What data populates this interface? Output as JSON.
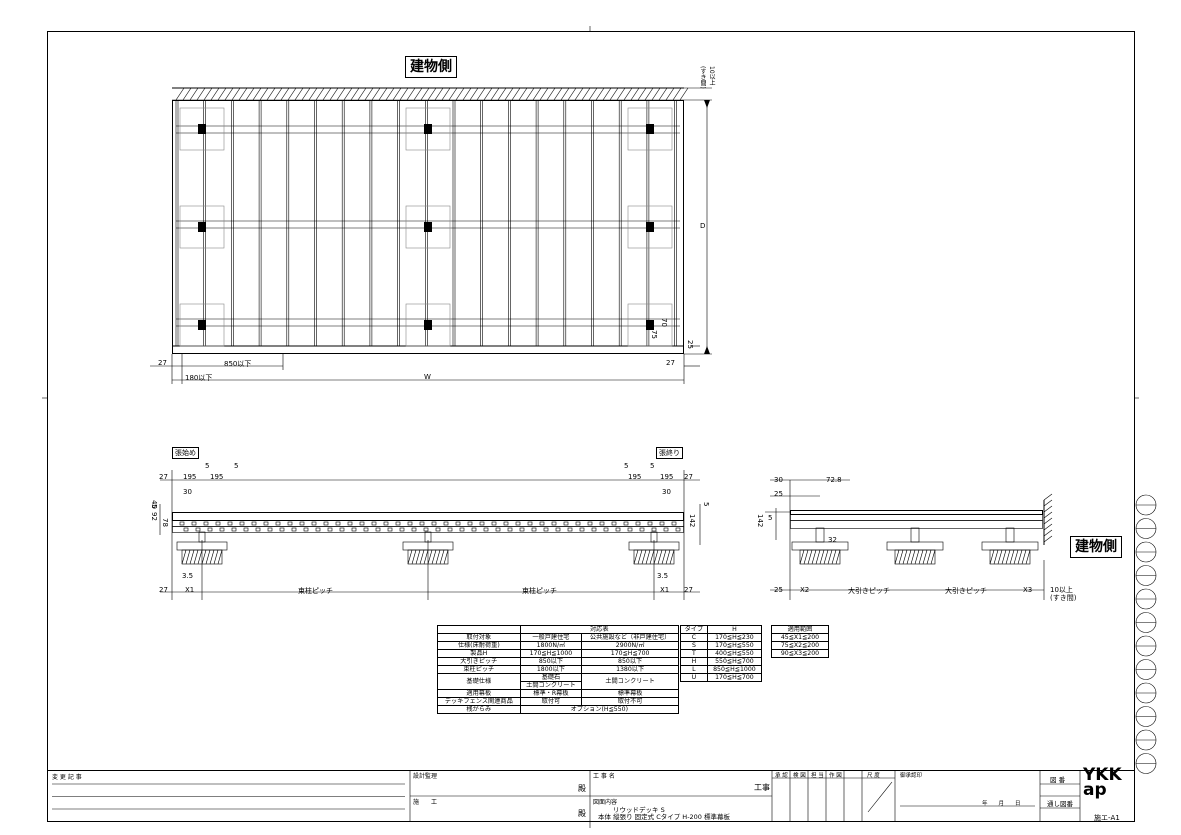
{
  "labels": {
    "building_side": "建物側",
    "start": "張始め",
    "end": "張終り"
  },
  "plan_dims": {
    "d": "D",
    "w": "W",
    "gap_top": "10以上\n(すき間)",
    "d25": "25",
    "d27_left": "27",
    "d27_right": "27",
    "d850": "850以下",
    "d180": "180以下",
    "d70": "70",
    "d75": "75"
  },
  "front_dims": {
    "d27a": "27",
    "d195a": "195",
    "d5a": "5",
    "d195b": "195",
    "d5b": "5",
    "d30a": "30",
    "d27b": "27",
    "d195c": "195",
    "d5c": "5",
    "d195d": "195",
    "d5d": "5",
    "d30b": "30",
    "d92": "92",
    "d40": "40",
    "d5v": "5",
    "d78": "78",
    "d142": "142",
    "d5r": "5",
    "d35a": "3.5",
    "d35b": "3.5",
    "x1a": "X1",
    "x1b": "X1",
    "pitch1": "束柱ピッチ",
    "pitch2": "束柱ピッチ",
    "d27c": "27",
    "d27d": "27"
  },
  "side_dims": {
    "d30": "30",
    "d728": "72.8",
    "d25a": "25",
    "d142": "142",
    "d5": "5",
    "d32": "32",
    "d25b": "25",
    "x2": "X2",
    "pitch1": "大引きピッチ",
    "pitch2": "大引きピッチ",
    "x3": "X3",
    "gap": "10以上\n(すき間)"
  },
  "spec_table": {
    "header": "対応表",
    "rows": [
      [
        "取付対象",
        "一般戸建住宅",
        "公共施設など（非戸建住宅）"
      ],
      [
        "仕様(床耐荷重)",
        "1800N/㎡",
        "2900N/㎡"
      ],
      [
        "製品H",
        "170≦H≦1000",
        "170≦H≦700"
      ],
      [
        "大引きピッチ",
        "850以下",
        "850以下"
      ],
      [
        "束柱ピッチ",
        "1800以下",
        "1380以下"
      ]
    ],
    "found_label": "基礎仕様",
    "found_col1a": "基礎石",
    "found_col1b": "土間コンクリート",
    "found_col2": "土間コンクリート",
    "rows2": [
      [
        "適用幕板",
        "標準・R幕板",
        "標準幕板"
      ],
      [
        "デッキフェンス関連商品",
        "取付可",
        "取付不可"
      ]
    ],
    "last_row": [
      "桟がらみ",
      "オプション(H≦550)"
    ]
  },
  "type_table": {
    "h1": "タイプ",
    "h2": "H",
    "rows": [
      [
        "C",
        "170≦H≦230"
      ],
      [
        "S",
        "170≦H≦550"
      ],
      [
        "T",
        "400≦H≦550"
      ],
      [
        "H",
        "550≦H≦700"
      ],
      [
        "L",
        "850≦H≦1000"
      ],
      [
        "U",
        "170≦H≦700"
      ]
    ]
  },
  "range_table": {
    "h": "適用範囲",
    "rows": [
      "45≦X1≦200",
      "75≦X2≦200",
      "90≦X3≦200"
    ]
  },
  "title_block": {
    "change_log": "変 更 記 事",
    "design": "設計監理",
    "construction": "施　　工",
    "sama1": "殿",
    "sama2": "殿",
    "project_name": "工 事 名",
    "koji": "工事",
    "drawing_content": "図面内容",
    "product": "リウッドデッキ S",
    "desc": "本体  縦張り  固定式  Cタイプ  H-200  標準幕板",
    "cols": [
      "承 認",
      "検 図",
      "担 当",
      "作 図",
      "尺 度"
    ],
    "proposal": "御承認印",
    "date": "年　　月　　日",
    "drawing_no": "図 番",
    "pass_drawing": "通し図番",
    "logo": "YKK ap",
    "code": "施エ-A1"
  }
}
